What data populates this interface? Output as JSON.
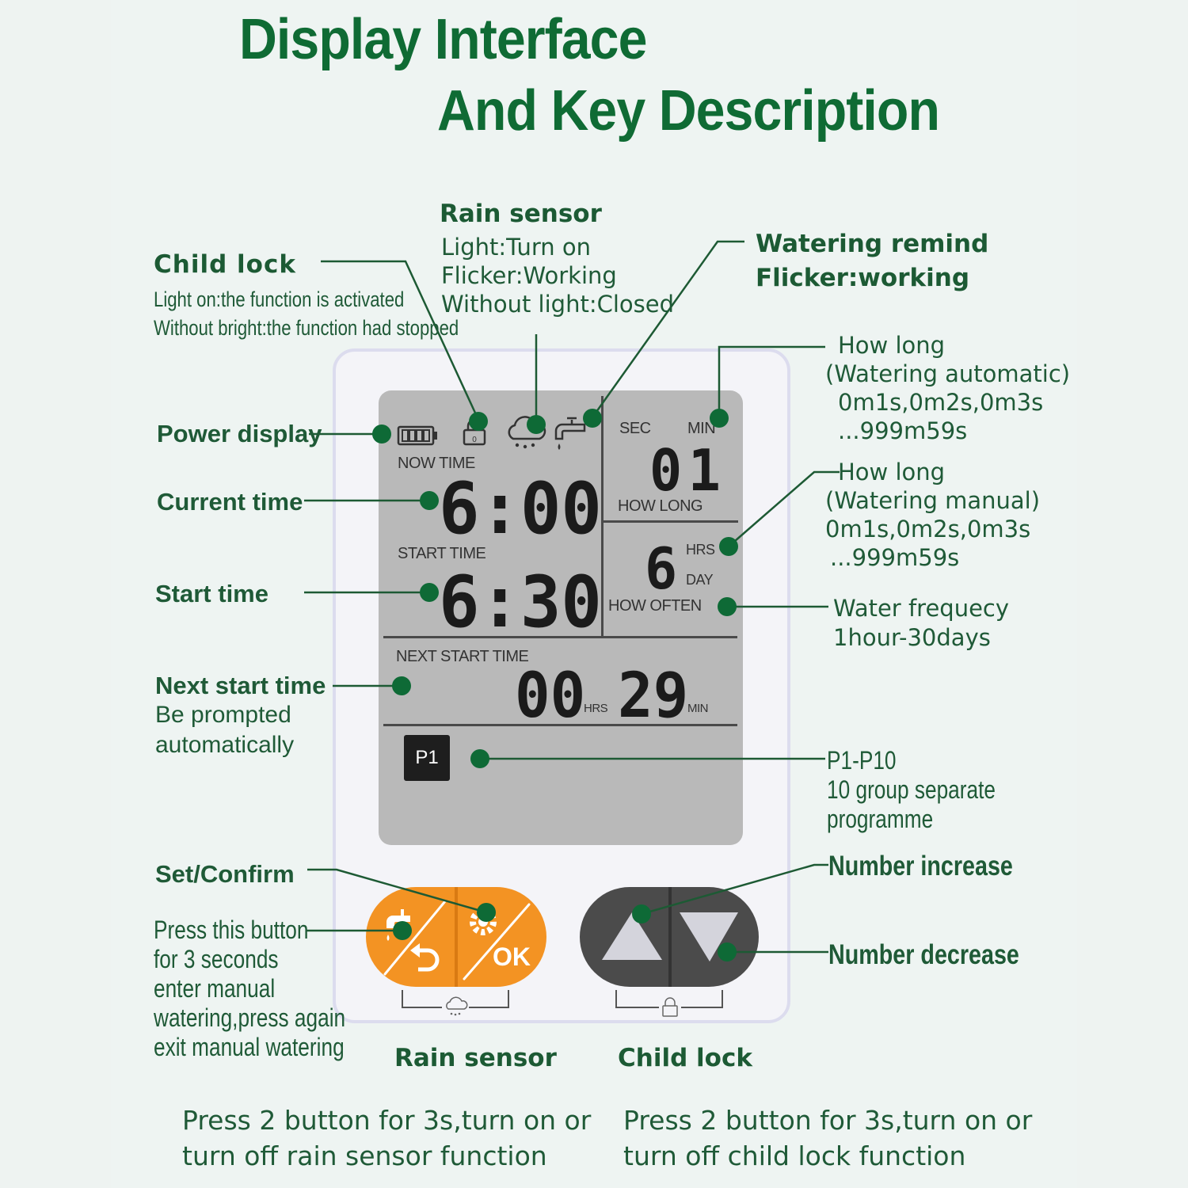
{
  "title": {
    "line1": "Display Interface",
    "line2": "And Key Description"
  },
  "callouts": {
    "rain_sensor": {
      "heading": "Rain sensor",
      "lines": [
        "Light:Turn on",
        "Flicker:Working",
        "Without light:Closed"
      ]
    },
    "child_lock": {
      "heading": "Child lock",
      "lines": [
        "Light on:the function is activated",
        "Without bright:the function had stopped"
      ]
    },
    "watering_remind": {
      "heading": "Watering remind",
      "line": "Flicker:working"
    },
    "power_display": "Power display",
    "current_time": "Current time",
    "start_time": "Start time",
    "next_start": {
      "heading": "Next start time",
      "lines": [
        "Be prompted",
        "automatically"
      ]
    },
    "how_long_auto": {
      "lines": [
        "How long",
        "(Watering automatic)",
        "0m1s,0m2s,0m3s",
        "...999m59s"
      ]
    },
    "how_long_manual": {
      "lines": [
        "How long",
        "(Watering manual)",
        "0m1s,0m2s,0m3s",
        "...999m59s"
      ]
    },
    "water_frequency": {
      "lines": [
        "Water frequecy",
        "1hour-30days"
      ]
    },
    "program": {
      "lines": [
        "P1-P10",
        "10 group separate",
        "programme"
      ]
    },
    "set_confirm": {
      "heading": "Set/Confirm",
      "lines": [
        "Press this button",
        "for 3 seconds",
        "enter manual",
        "watering,press again",
        "exit manual watering"
      ]
    },
    "number_increase": "Number increase",
    "number_decrease": "Number decrease"
  },
  "lcd": {
    "now_time_label": "NOW TIME",
    "now_time": "6:00",
    "start_time_label": "START TIME",
    "start_time": "6:30",
    "sec_label": "SEC",
    "min_label": "MIN",
    "how_long_value": "01",
    "how_long_label": "HOW LONG",
    "hrs_label": "HRS",
    "day_label": "DAY",
    "how_often_value": "6",
    "how_often_label": "HOW OFTEN",
    "next_start_label": "NEXT START TIME",
    "next_hours": "00",
    "next_hours_unit": "HRS",
    "next_minutes": "29",
    "next_minutes_unit": "MIN",
    "program": "P1",
    "ok_label": "OK"
  },
  "bottom": {
    "rain_sensor_title": "Rain sensor",
    "child_lock_title": "Child lock",
    "rain_sensor_desc": [
      "Press 2 button for 3s,turn on or",
      "turn off rain sensor function"
    ],
    "child_lock_desc": [
      "Press 2 button for 3s,turn on or",
      "turn off child lock function"
    ]
  },
  "colors": {
    "heading_green": "#0f6b34",
    "dot_green": "#0e6a36",
    "lcd_bg": "#b9b9b9",
    "orange": "#f39323",
    "button_gray": "#5a5a5a"
  }
}
